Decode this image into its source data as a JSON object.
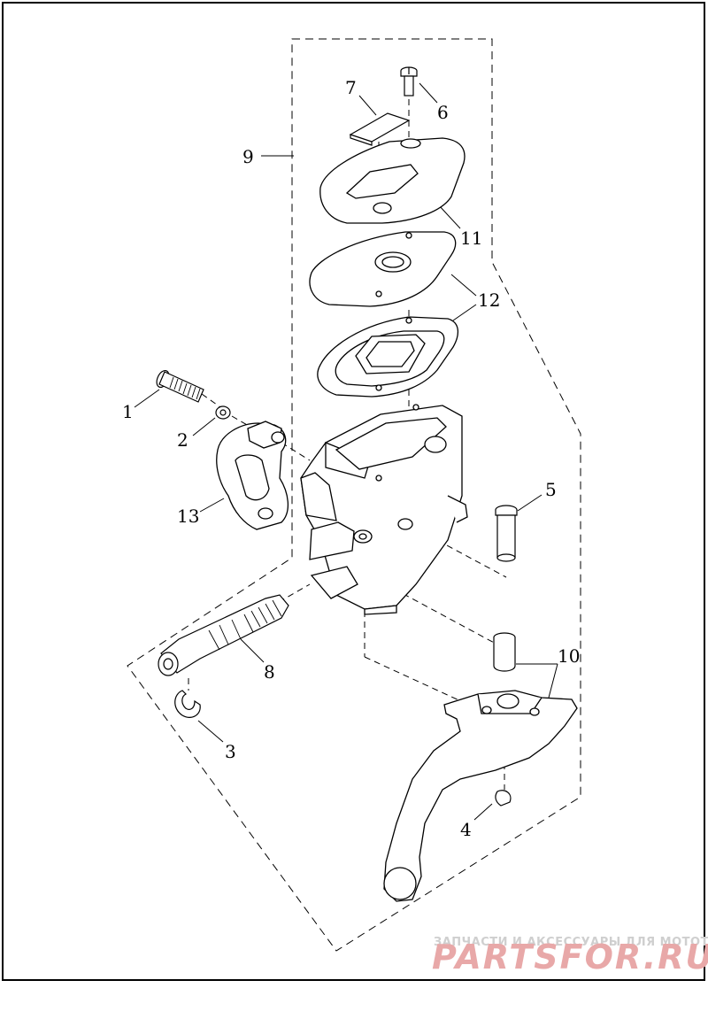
{
  "diagram": {
    "callouts": [
      "1",
      "2",
      "3",
      "4",
      "5",
      "6",
      "7",
      "8",
      "9",
      "10",
      "11",
      "12",
      "13"
    ]
  },
  "watermark": {
    "tagline": "ЗАПЧАСТИ И АКСЕССУАРЫ ДЛЯ МОТОТЕХНИКИ",
    "brand": "PARTSFOR.RU"
  }
}
